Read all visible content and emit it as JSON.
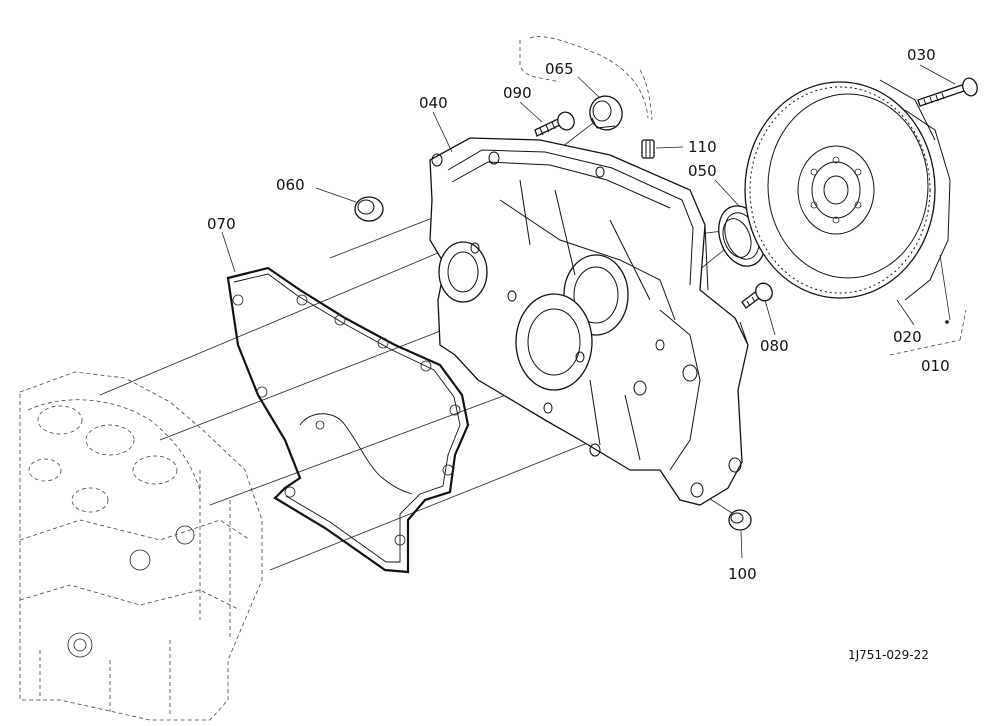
{
  "parts": {
    "p010": "010",
    "p020": "020",
    "p030": "030",
    "p040": "040",
    "p050": "050",
    "p060": "060",
    "p065": "065",
    "p070": "070",
    "p080": "080",
    "p090": "090",
    "p100": "100",
    "p110": "110"
  },
  "figure_code": "1J751-029-22"
}
